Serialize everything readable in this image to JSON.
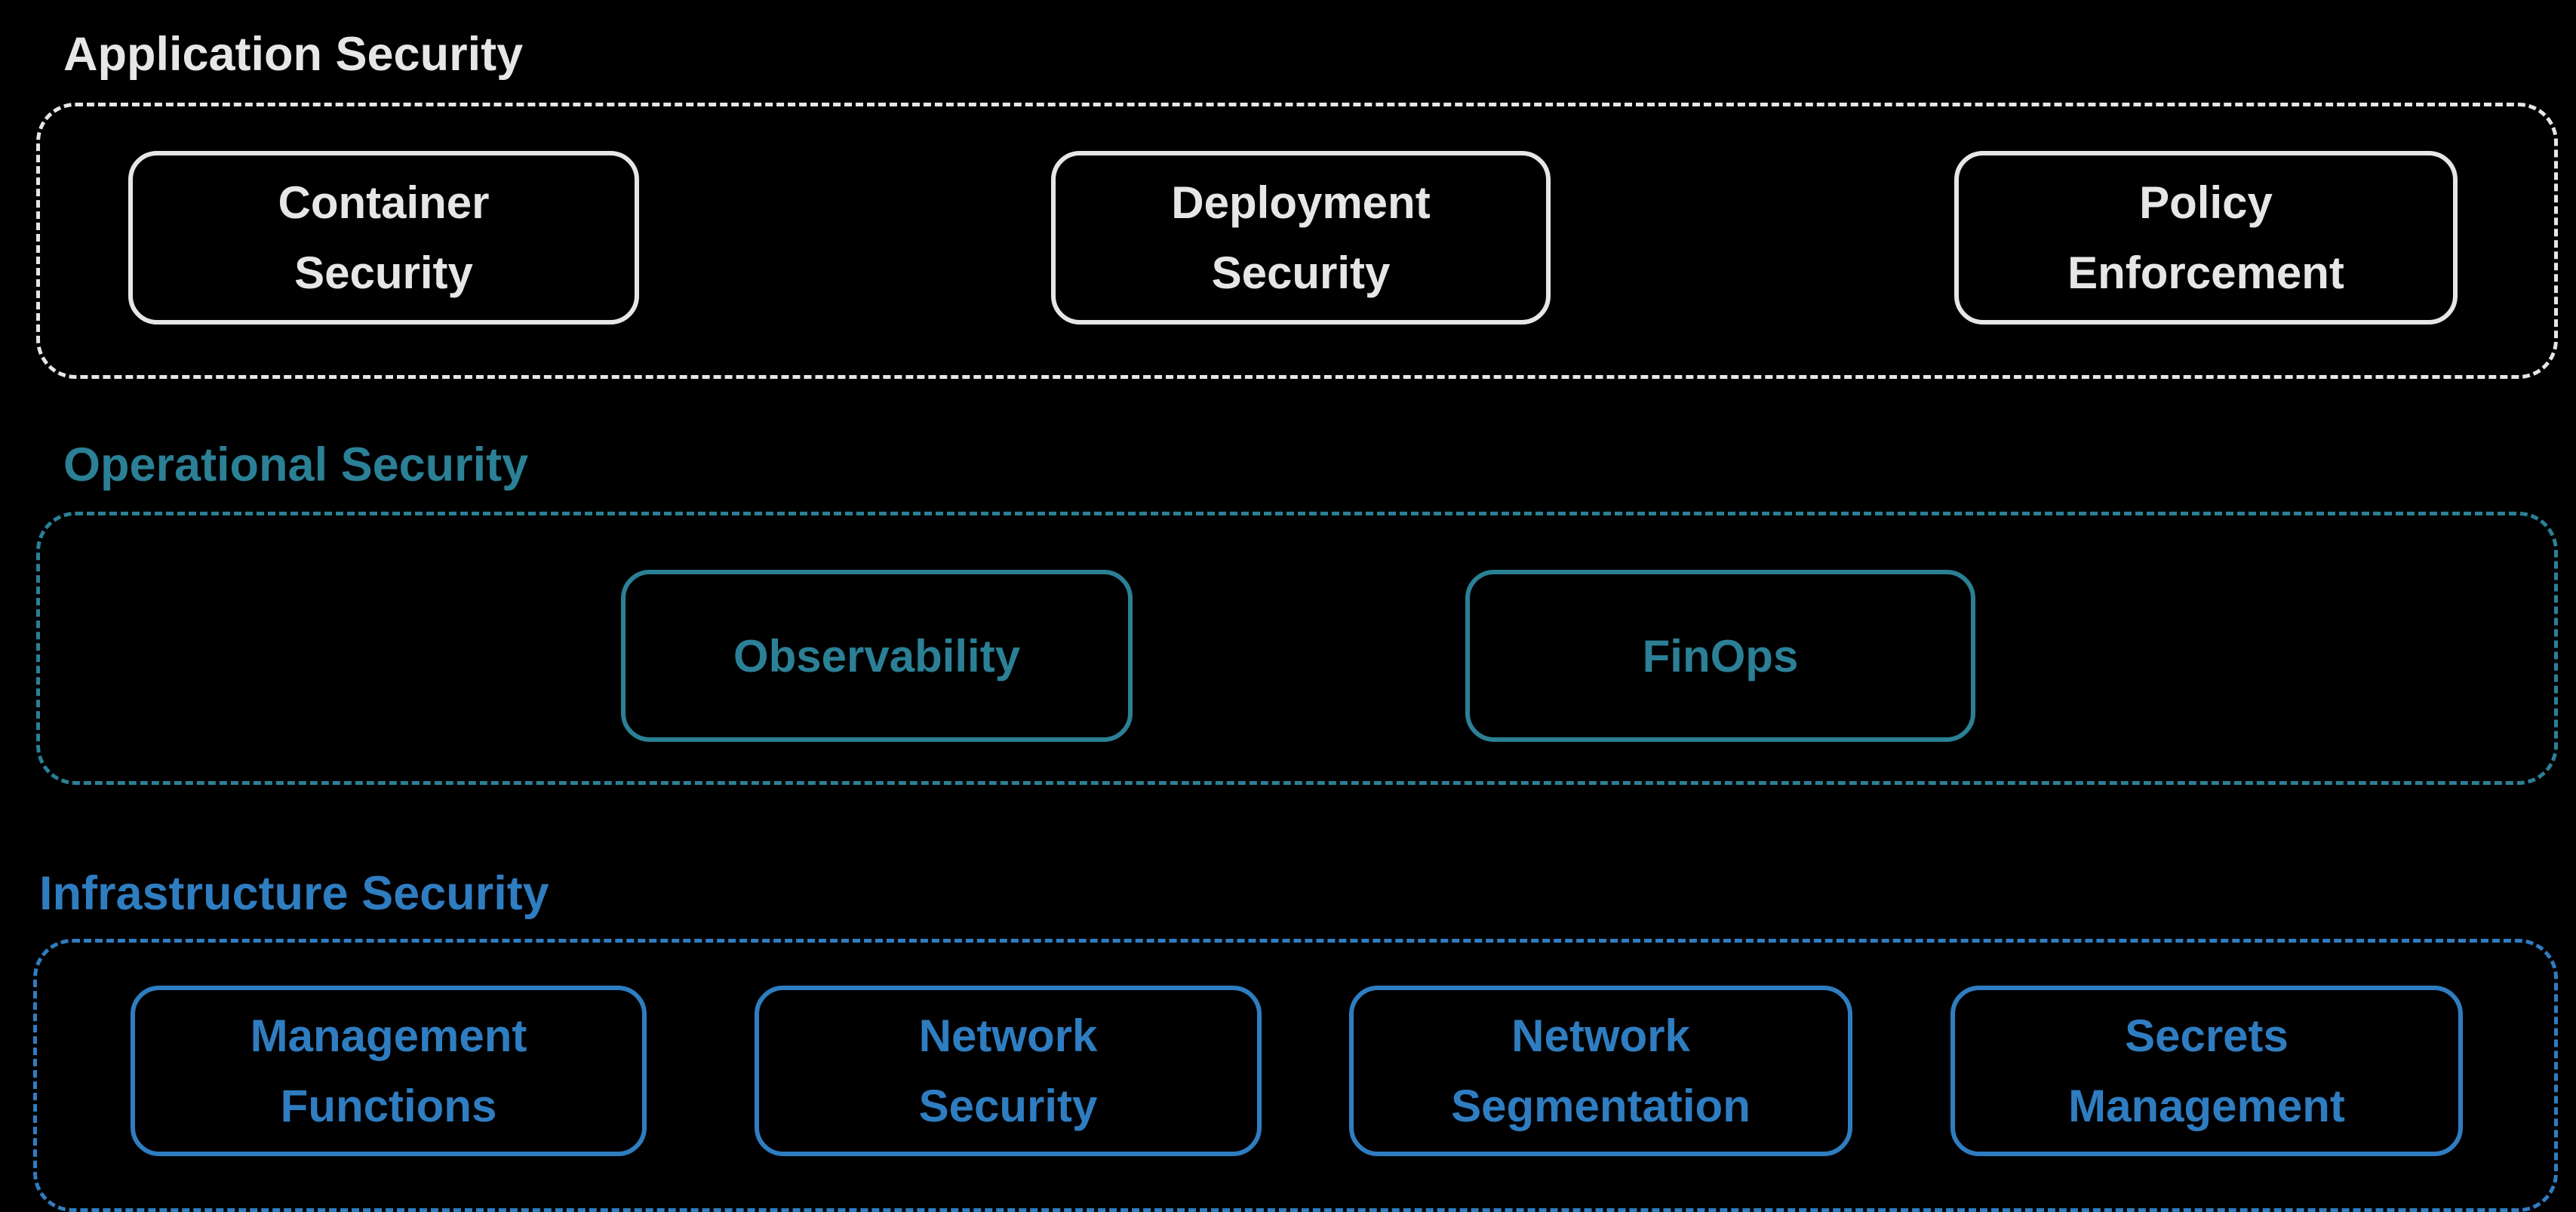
{
  "colors": {
    "background": "#000000",
    "application": "#E7E6E6",
    "operational": "#2B8096",
    "infrastructure": "#2F7DC1"
  },
  "sections": [
    {
      "id": "application-security",
      "title": "Application Security",
      "boxes": [
        {
          "label": "Container\nSecurity"
        },
        {
          "label": "Deployment\nSecurity"
        },
        {
          "label": "Policy\nEnforcement"
        }
      ]
    },
    {
      "id": "operational-security",
      "title": "Operational Security",
      "boxes": [
        {
          "label": "Observability"
        },
        {
          "label": "FinOps"
        }
      ]
    },
    {
      "id": "infrastructure-security",
      "title": "Infrastructure Security",
      "boxes": [
        {
          "label": "Management\nFunctions"
        },
        {
          "label": "Network\nSecurity"
        },
        {
          "label": "Network\nSegmentation"
        },
        {
          "label": "Secrets\nManagement"
        }
      ]
    }
  ]
}
